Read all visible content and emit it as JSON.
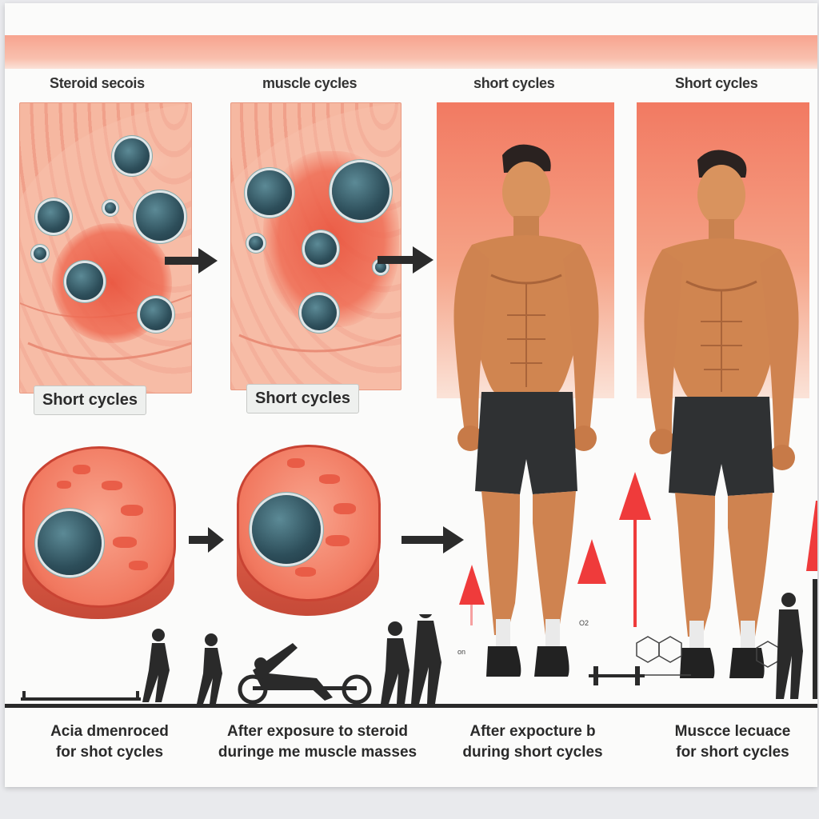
{
  "titles": {
    "col1": "Steroid secois",
    "col2": "muscle cycles",
    "col3": "short cycles",
    "col4": "Short cycles"
  },
  "panel_labels": {
    "left": "Short cycles",
    "right": "Short cycles"
  },
  "captions": {
    "col1": "Acia dmenroced\nfor shot cycles",
    "col2": "After exposure to steroid\nduringe me muscle masses",
    "col3": "After expocture b\nduring short cycles",
    "col4": "Muscce lecuace\nfor short cycles"
  },
  "chem_labels": {
    "left": "O2",
    "right": "on"
  },
  "colors": {
    "band": "#f7a48f",
    "tissue": "#f5b29b",
    "nucleus": "#2d4e5a",
    "up_arrow": "#ef3b3b",
    "silhouette": "#2a2a2a"
  },
  "icons": [
    "right-arrow-icon",
    "up-arrow-icon",
    "barbell-icon",
    "molecule-icon",
    "person-silhouette-icon"
  ]
}
